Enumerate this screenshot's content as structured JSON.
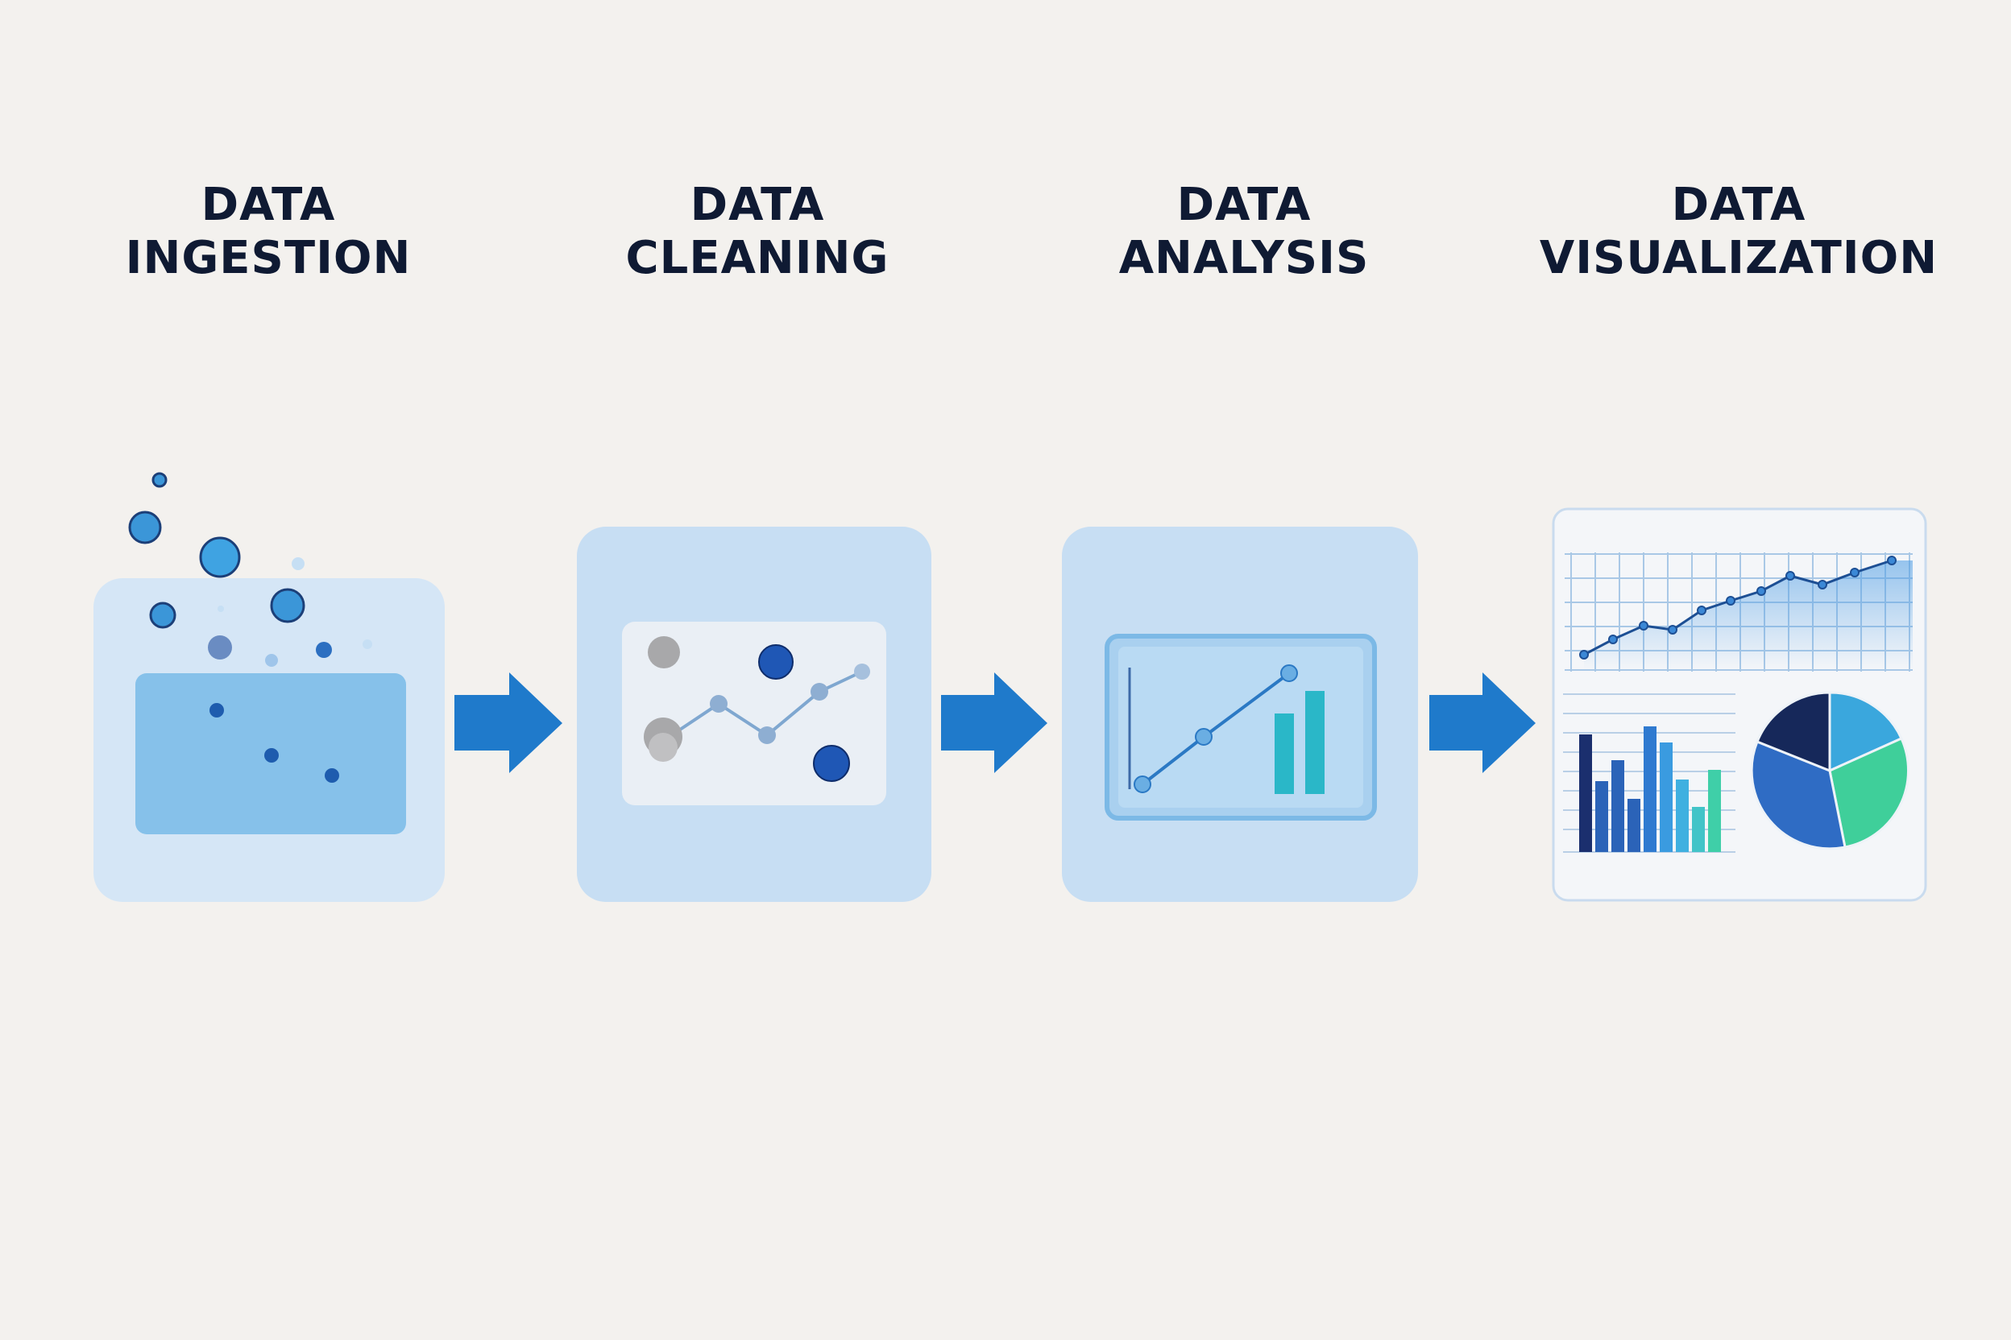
{
  "stages": [
    {
      "line1": "DATA",
      "line2": "INGESTION",
      "icon": "data-ingestion-icon"
    },
    {
      "line1": "DATA",
      "line2": "CLEANING",
      "icon": "data-cleaning-icon"
    },
    {
      "line1": "DATA",
      "line2": "ANALYSIS",
      "icon": "data-analysis-icon"
    },
    {
      "line1": "DATA",
      "line2": "VISUALIZATION",
      "icon": "dashboard-icon"
    }
  ],
  "connectors": [
    "arrow-right-icon",
    "arrow-right-icon",
    "arrow-right-icon"
  ],
  "colors": {
    "background": "#f3f1ee",
    "title": "#0f1a33",
    "arrow": "#1f7acb",
    "panel": "#c7def3",
    "accent_blue": "#1f68c0",
    "accent_teal": "#3fc3d0",
    "accent_green": "#3fcf9a",
    "navy": "#1b2f5e"
  }
}
